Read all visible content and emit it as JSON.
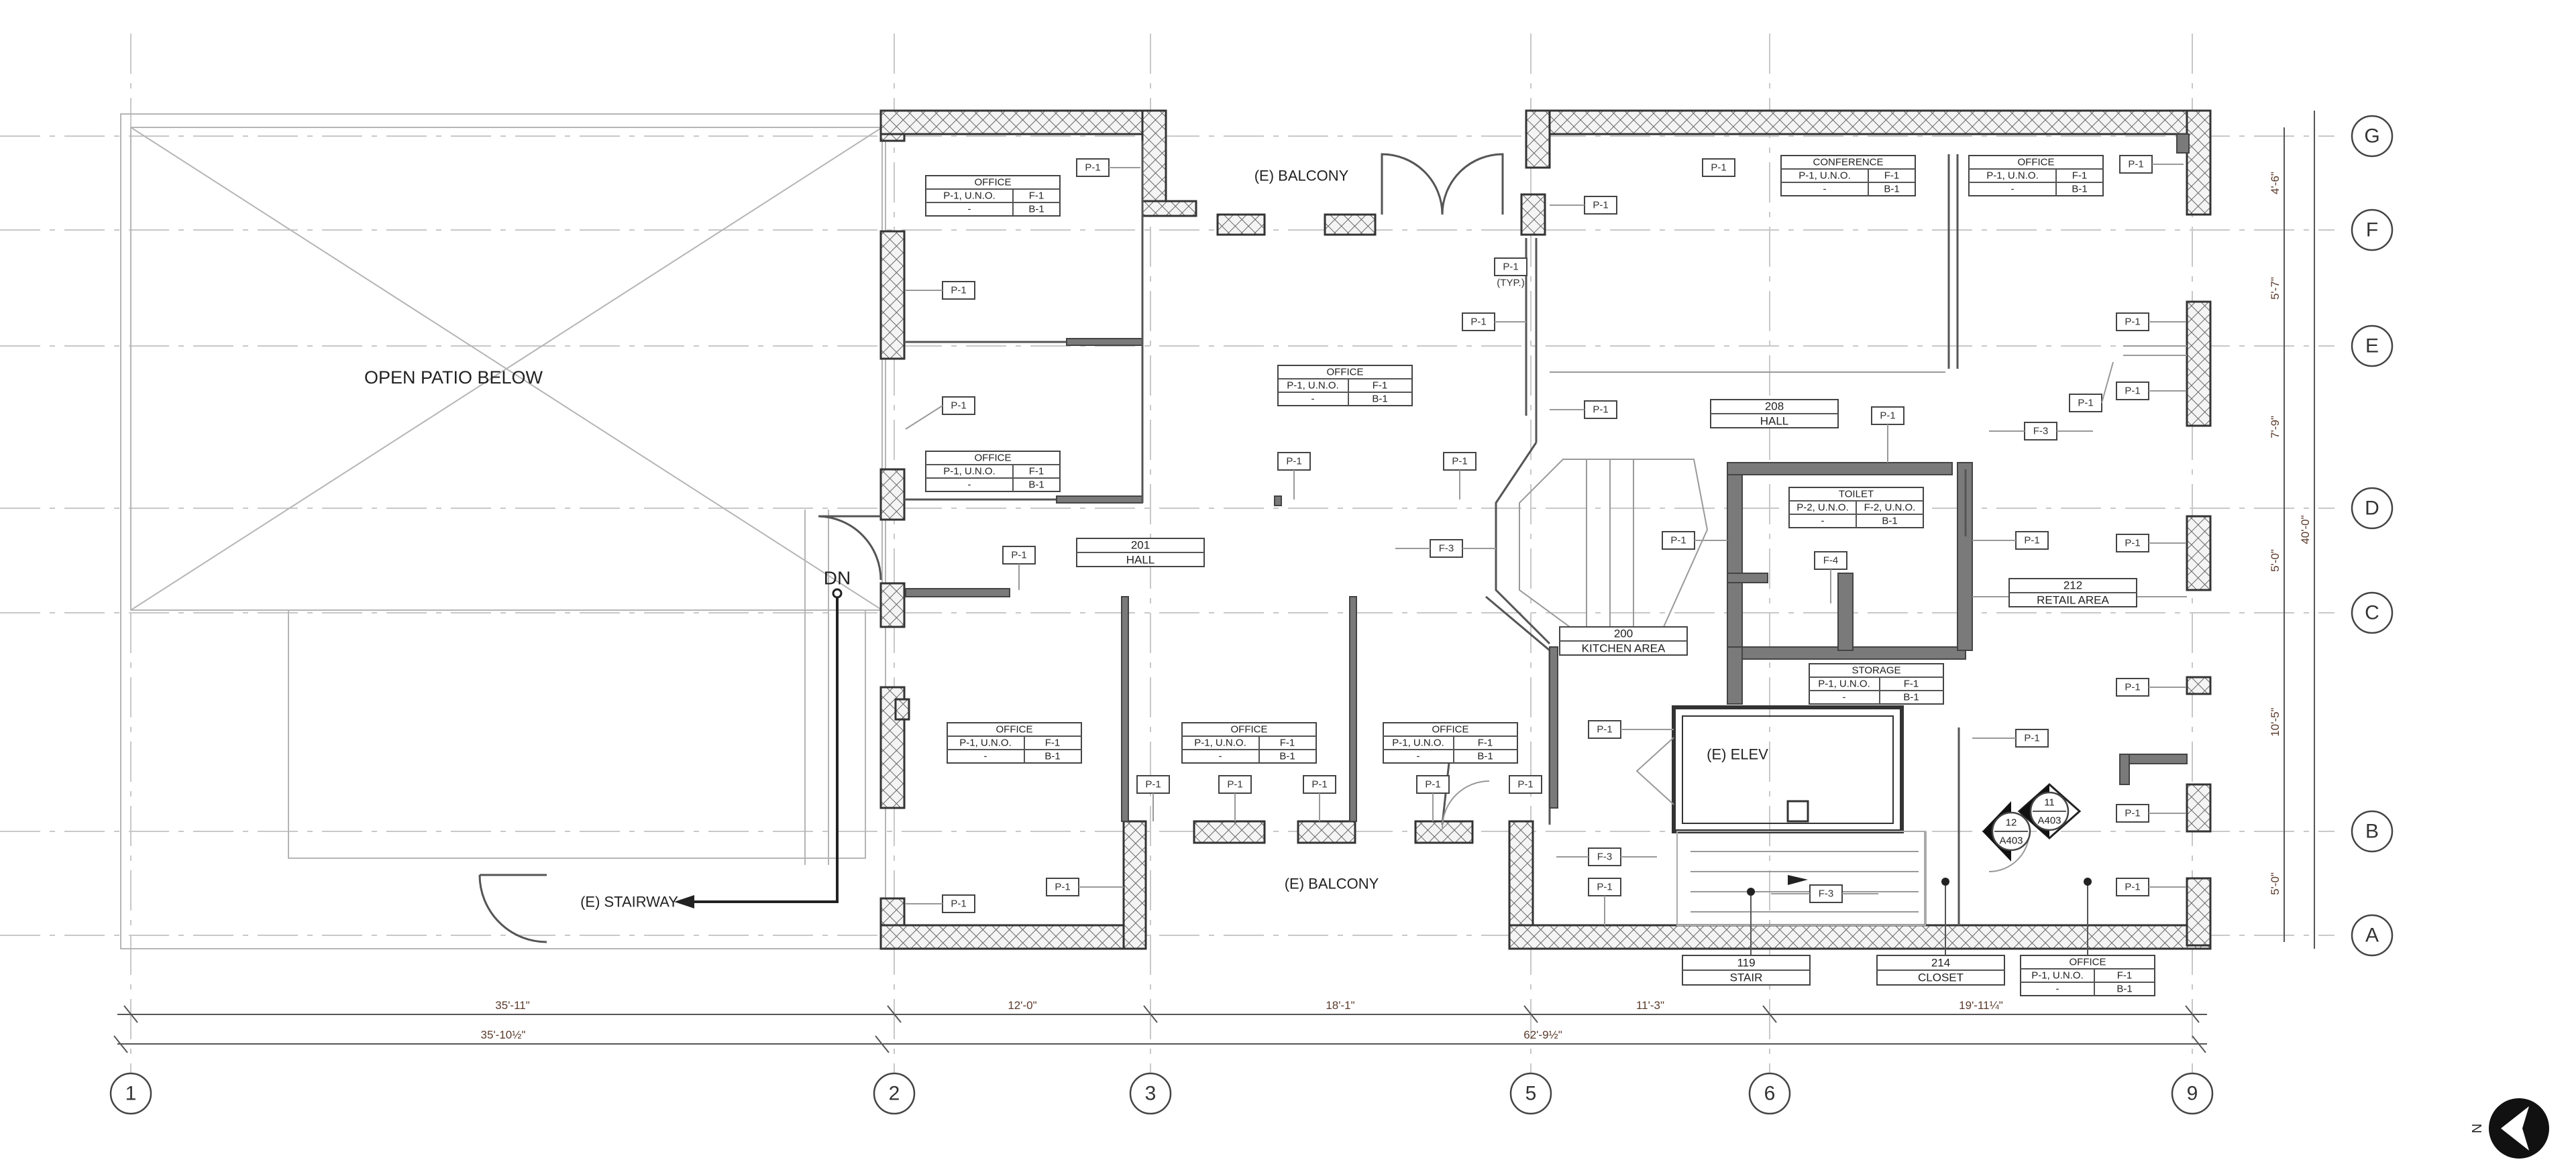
{
  "labels": {
    "open_patio": "OPEN PATIO BELOW",
    "balcony_top": "(E) BALCONY",
    "balcony_bottom": "(E) BALCONY",
    "stairway": "(E) STAIRWAY",
    "elevator": "(E) ELEV",
    "down": "DN"
  },
  "grid_columns": [
    "1",
    "2",
    "3",
    "5",
    "6",
    "9"
  ],
  "grid_rows": [
    "G",
    "F",
    "E",
    "D",
    "C",
    "B",
    "A"
  ],
  "dimensions": {
    "horizontal_top": [
      "35'-11\"",
      "12'-0\"",
      "18'-1\"",
      "11'-3\"",
      "19'-11¼\""
    ],
    "horizontal_bottom": [
      "35'-10½\"",
      "62'-9½\""
    ],
    "vertical": [
      "4'-6\"",
      "5'-7\"",
      "7'-9\"",
      "5'-0\"",
      "10'-5\"",
      "5'-0\""
    ],
    "vertical_total": "40'-0\""
  },
  "room_tags": [
    {
      "name": "201",
      "sub": "HALL"
    },
    {
      "name": "208",
      "sub": "HALL"
    },
    {
      "name": "200",
      "sub": "KITCHEN AREA"
    },
    {
      "name": "212",
      "sub": "RETAIL AREA"
    },
    {
      "name": "119",
      "sub": "STAIR"
    },
    {
      "name": "214",
      "sub": "CLOSET"
    }
  ],
  "finish_tables": [
    {
      "title": "OFFICE",
      "r1": [
        "P-1, U.N.O.",
        "F-1"
      ],
      "r2": [
        "-",
        "B-1"
      ]
    },
    {
      "title": "OFFICE",
      "r1": [
        "P-1, U.N.O.",
        "F-1"
      ],
      "r2": [
        "-",
        "B-1"
      ]
    },
    {
      "title": "OFFICE",
      "r1": [
        "P-1, U.N.O.",
        "F-1"
      ],
      "r2": [
        "-",
        "B-1"
      ]
    },
    {
      "title": "CONFERENCE",
      "r1": [
        "P-1, U.N.O.",
        "F-1"
      ],
      "r2": [
        "-",
        "B-1"
      ]
    },
    {
      "title": "OFFICE",
      "r1": [
        "P-1, U.N.O.",
        "F-1"
      ],
      "r2": [
        "-",
        "B-1"
      ]
    },
    {
      "title": "TOILET",
      "r1": [
        "P-2, U.N.O.",
        "F-2, U.N.O."
      ],
      "r2": [
        "-",
        "B-1"
      ]
    },
    {
      "title": "STORAGE",
      "r1": [
        "P-1, U.N.O.",
        "F-1"
      ],
      "r2": [
        "-",
        "B-1"
      ]
    },
    {
      "title": "OFFICE",
      "r1": [
        "P-1, U.N.O.",
        "F-1"
      ],
      "r2": [
        "-",
        "B-1"
      ]
    },
    {
      "title": "OFFICE",
      "r1": [
        "P-1, U.N.O.",
        "F-1"
      ],
      "r2": [
        "-",
        "B-1"
      ]
    },
    {
      "title": "OFFICE",
      "r1": [
        "P-1, U.N.O.",
        "F-1"
      ],
      "r2": [
        "-",
        "B-1"
      ]
    },
    {
      "title": "OFFICE",
      "r1": [
        "P-1, U.N.O.",
        "F-1"
      ],
      "r2": [
        "-",
        "B-1"
      ]
    }
  ],
  "tags": {
    "p1": "P-1",
    "f3": "F-3",
    "f4": "F-4",
    "typ": "(TYP.)"
  },
  "section_markers": [
    {
      "num": "11",
      "ref": "A403"
    },
    {
      "num": "12",
      "ref": "A403"
    }
  ],
  "north": "N"
}
